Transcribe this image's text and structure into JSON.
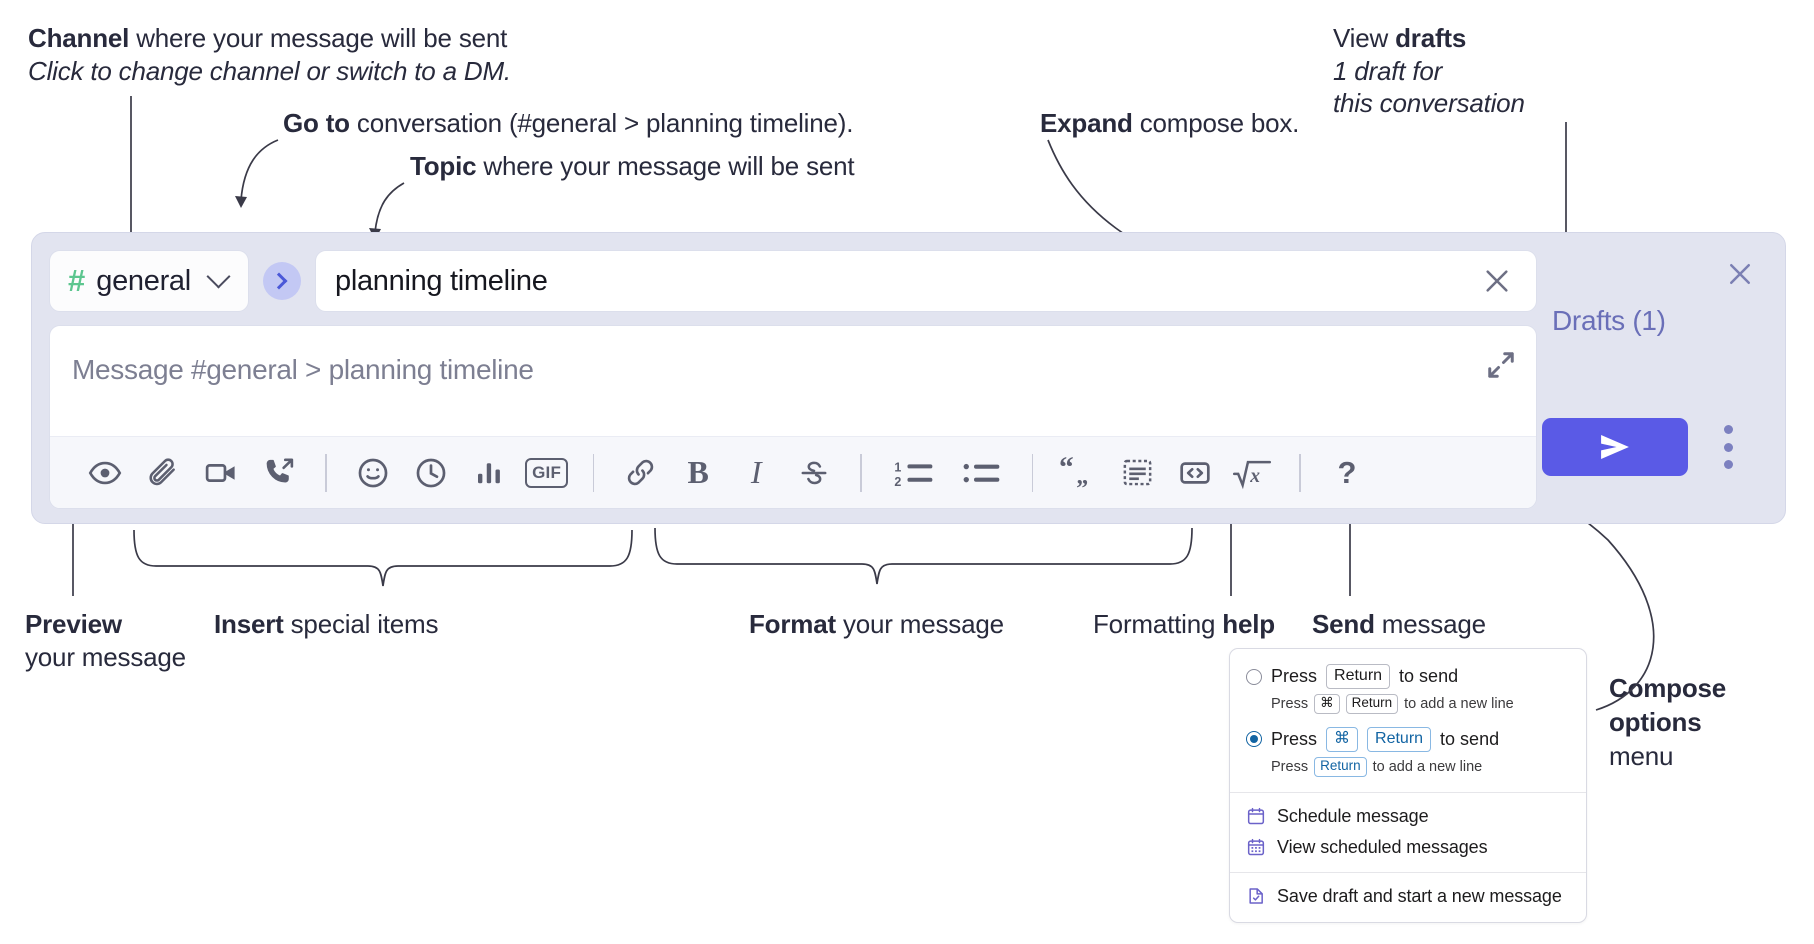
{
  "annotations": {
    "channel": {
      "bold": "Channel",
      "rest": " where your message will be sent",
      "italic": "Click to change channel or switch to a DM."
    },
    "goto": {
      "bold": "Go to",
      "rest": " conversation (#general > planning timeline)."
    },
    "topic": {
      "bold": "Topic",
      "rest": " where your message will be sent"
    },
    "expand": {
      "bold": "Expand",
      "rest": " compose box."
    },
    "drafts": {
      "line1_normal": "View ",
      "line1_bold": "drafts",
      "line2": "1 draft for",
      "line3": "this conversation"
    },
    "preview": {
      "bold": "Preview",
      "line2": "your message"
    },
    "insert": {
      "bold": "Insert",
      "rest": " special items"
    },
    "format": {
      "bold": "Format",
      "rest": " your message"
    },
    "help": {
      "normal": "Formatting ",
      "bold": "help"
    },
    "send": {
      "bold": "Send",
      "rest": " message"
    },
    "composeoptions": {
      "line1": "Compose",
      "line2": "options",
      "line3": "menu"
    }
  },
  "compose": {
    "channel_name": "general",
    "channel_hash": "#",
    "topic_value": "planning timeline",
    "message_placeholder": "Message #general > planning timeline",
    "drafts_label": "Drafts (1)",
    "icons": {
      "channel_chevron": "chevron-down-icon",
      "go_to": "go-to-conversation-icon",
      "topic_clear": "clear-topic-icon",
      "expand": "expand-compose-icon",
      "close": "close-compose-icon",
      "send": "send-icon",
      "kebab": "compose-options-icon"
    },
    "toolbar": [
      {
        "name": "preview-icon",
        "label": "Preview"
      },
      {
        "name": "attachment-icon",
        "label": "Attach file"
      },
      {
        "name": "video-clip-icon",
        "label": "Record video clip"
      },
      {
        "name": "audio-clip-icon",
        "label": "Record audio clip"
      },
      {
        "name": "emoji-icon",
        "label": "Emoji"
      },
      {
        "name": "clock-icon",
        "label": "Reminder"
      },
      {
        "name": "poll-icon",
        "label": "Poll"
      },
      {
        "name": "gif-icon",
        "label": "GIF"
      },
      {
        "name": "link-icon",
        "label": "Link"
      },
      {
        "name": "bold-icon",
        "label": "B"
      },
      {
        "name": "italic-icon",
        "label": "I"
      },
      {
        "name": "strikethrough-icon",
        "label": "S"
      },
      {
        "name": "ordered-list-icon",
        "label": "Ordered list"
      },
      {
        "name": "bulleted-list-icon",
        "label": "Bulleted list"
      },
      {
        "name": "blockquote-icon",
        "label": "Blockquote"
      },
      {
        "name": "code-block-icon",
        "label": "Code block"
      },
      {
        "name": "code-icon",
        "label": "Code"
      },
      {
        "name": "math-icon",
        "label": "Math"
      },
      {
        "name": "help-icon",
        "label": "?"
      }
    ]
  },
  "menu": {
    "option1": {
      "press": "Press",
      "key": "Return",
      "tail": "to send",
      "sub_press": "Press",
      "sub_key1": "⌘",
      "sub_key2": "Return",
      "sub_tail": "to add a new line",
      "selected": false
    },
    "option2": {
      "press": "Press",
      "key1": "⌘",
      "key2": "Return",
      "tail": "to send",
      "sub_press": "Press",
      "sub_key": "Return",
      "sub_tail": "to add a new line",
      "selected": true
    },
    "items": [
      {
        "icon": "calendar-schedule-icon",
        "label": "Schedule message"
      },
      {
        "icon": "calendar-grid-icon",
        "label": "View scheduled messages"
      },
      {
        "icon": "save-draft-icon",
        "label": "Save draft and start a new message"
      }
    ]
  },
  "colors": {
    "panel_bg": "#e2e4f0",
    "send_purple": "#5a5ae6",
    "hash_green": "#5cc68f",
    "drafts_link": "#6a6fb8",
    "accent_blue": "#1264a3"
  }
}
